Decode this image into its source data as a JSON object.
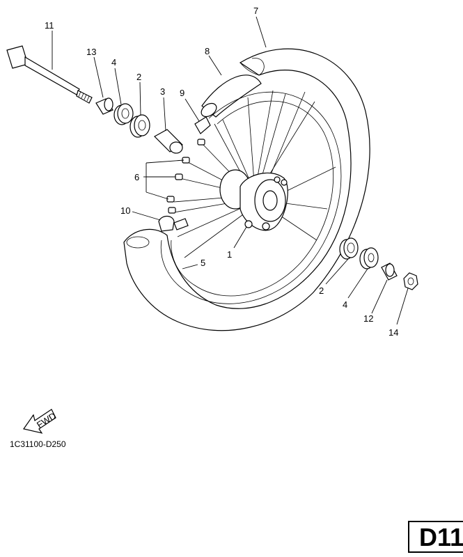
{
  "callouts": {
    "c1": "1",
    "c2a": "2",
    "c2b": "2",
    "c3": "3",
    "c4a": "4",
    "c4b": "4",
    "c5": "5",
    "c6": "6",
    "c7": "7",
    "c8": "8",
    "c9": "9",
    "c10": "10",
    "c11": "11",
    "c12": "12",
    "c13": "13",
    "c14": "14"
  },
  "fwd_label": "FWD",
  "diagram_code": "1C31100-D250",
  "page_code": "D11"
}
